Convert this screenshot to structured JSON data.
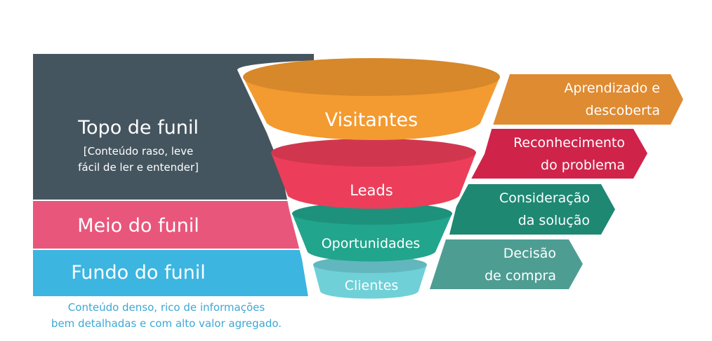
{
  "stages": {
    "top": {
      "title": "Topo de funil",
      "subtitle_lines": [
        "[Conteúdo raso, leve",
        "fácil de ler e entender]"
      ],
      "color": "#45555f"
    },
    "middle": {
      "title": "Meio do funil",
      "color": "#e9567c"
    },
    "bottom": {
      "title": "Fundo do funil",
      "color": "#3cb5e1"
    }
  },
  "footer_note_lines": [
    "Conteúdo denso, rico de informações",
    "bem detalhadas e com alto valor agregado."
  ],
  "funnel": [
    {
      "label": "Visitantes",
      "color": "#f39a30"
    },
    {
      "label": "Leads",
      "color": "#ec3e5a"
    },
    {
      "label": "Oportunidades",
      "color": "#22a58d"
    },
    {
      "label": "Clientes",
      "color": "#6fd0d8"
    }
  ],
  "journey": [
    {
      "lines": [
        "Aprendizado e",
        "descoberta"
      ],
      "color": "#df8b32"
    },
    {
      "lines": [
        "Reconhecimento",
        "do problema"
      ],
      "color": "#d0234a"
    },
    {
      "lines": [
        "Consideração",
        "da solução"
      ],
      "color": "#1e8873"
    },
    {
      "lines": [
        "Decisão",
        "de compra"
      ],
      "color": "#4e9d93"
    }
  ]
}
